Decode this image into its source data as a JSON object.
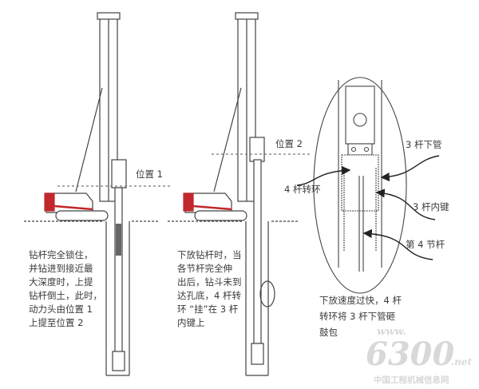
{
  "labels": {
    "position_1": "位置 1",
    "position_2": "位置 2",
    "rod3_lower_tube": "3 杆下管",
    "rod4_swivel": "4 杆转环",
    "rod3_inner_key": "3 杆内键",
    "rod4_section": "第 4 节杆"
  },
  "captions": {
    "left": [
      "钻杆完全锁住，",
      "并钻进到接近最",
      "大深度时，上提",
      "钻杆倒土，此时，",
      "动力头由位置 1",
      "上提至位置 2"
    ],
    "middle": [
      "下放钻杆时，当",
      "各节杆完全伸",
      "出后，钻斗未到",
      "达孔底，4 杆转",
      "环 “挂”在 3 杆",
      "内键上"
    ],
    "right": [
      "下放速度过快，4 杆",
      "转环将 3 杆下管砸",
      "鼓包"
    ]
  },
  "watermark": {
    "www": "www.",
    "number": "6300",
    "net": ".net",
    "site": "中国工程机械信息网"
  },
  "colors": {
    "line": "#444444",
    "rig_red": "#c0282d"
  }
}
